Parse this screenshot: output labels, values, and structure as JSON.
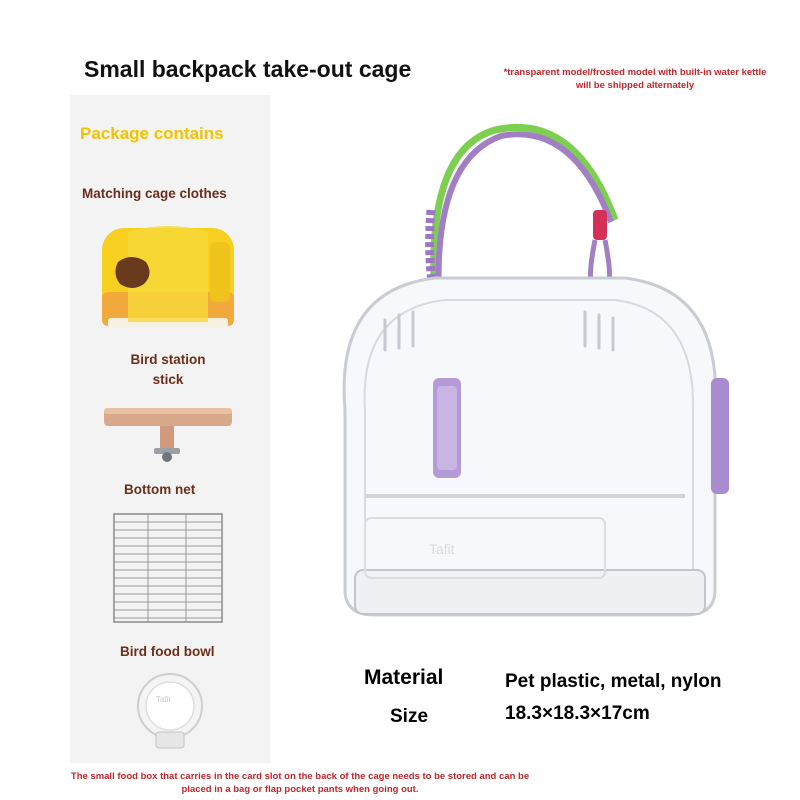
{
  "header": {
    "title": "Small backpack take-out cage",
    "note": "*transparent model/frosted model with built-in water kettle will be shipped alternately"
  },
  "package": {
    "heading": "Package contains",
    "items": [
      {
        "label": "Matching cage clothes",
        "icon": "cage-cover-image"
      },
      {
        "label": "Bird station stick",
        "icon": "perch-stick-image"
      },
      {
        "label": "Bottom net",
        "icon": "bottom-net-image"
      },
      {
        "label": "Bird food bowl",
        "icon": "food-bowl-image"
      }
    ]
  },
  "specs": {
    "material_label": "Material",
    "material_value": "Pet plastic, metal, nylon",
    "size_label": "Size",
    "size_value": "18.3×18.3×17cm"
  },
  "product": {
    "brand": "Tafit",
    "bowl_brand": "Tafit"
  },
  "footer": {
    "note": "The small food box that carries in the card slot on the back of the cage needs to be stored and can be placed in a bag or flap pocket pants when going out."
  },
  "colors": {
    "accent_yellow": "#f2c300",
    "label_brown": "#6b2e1a",
    "note_red": "#c0282d",
    "handle_purple": "#b79ad8",
    "strap_green": "#7ccf4f"
  }
}
